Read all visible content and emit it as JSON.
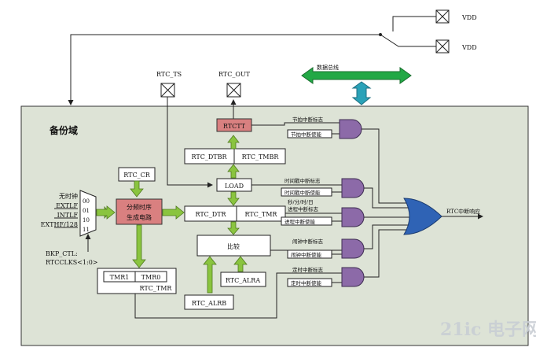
{
  "vdd_labels": [
    "VDD",
    "VDD"
  ],
  "databus_label": "数据总线",
  "domain_title": "备份域",
  "pins": {
    "rtc_ts": "RTC_TS",
    "rtc_out": "RTC_OUT"
  },
  "blocks": {
    "rtctt": "RTCTT",
    "rtc_dtbr": "RTC_DTBR",
    "rtc_tmbr": "RTC_TMBR",
    "rtc_cr": "RTC_CR",
    "load": "LOAD",
    "divider_line1": "分频时序",
    "divider_line2": "生成电路",
    "rtc_dtr": "RTC_DTR",
    "rtc_tmr": "RTC_TMR",
    "compare": "比较",
    "tmr1": "TMR1",
    "tmr0": "TMR0",
    "rtc_tmr_label": "RTC_TMR",
    "rtc_alra": "RTC_ALRA",
    "rtc_alrb": "RTC_ALRB"
  },
  "mux": {
    "inputs": [
      "无时钟",
      "EXTLF",
      "INTLF",
      "EXTHF/128"
    ],
    "codes": [
      "00",
      "01",
      "10",
      "11"
    ],
    "select_line1": "BKP_CTL:",
    "select_line2": "RTCCLKS<1:0>"
  },
  "gates": [
    {
      "flag": "节拍中断标志",
      "enable": "节拍中断使能"
    },
    {
      "flag": "时间戳中断标志",
      "enable": "时间戳中断使能"
    },
    {
      "flag": "秒/分/时/日进程中断标志",
      "enable": "进程中断使能"
    },
    {
      "flag": "闹钟中断标志",
      "enable": "闹钟中断使能"
    },
    {
      "flag": "定时中断标志",
      "enable": "定时中断使能"
    }
  ],
  "gate2_flag": "时间戳中断标志",
  "gate3_flag_line1": "秒/分/时/日",
  "gate3_flag_line2": "进程中断标志",
  "output_label": "RTC中断响应",
  "watermark": "21ic 电子网",
  "colors": {
    "domain_fill": "#dde3d6",
    "databus": "#22a845",
    "vbus": "#2aa2b8",
    "green_arrow": "#8ac43f",
    "rtctt": "#d98080",
    "divider": "#d98080",
    "gate": "#8c6aa8",
    "or_gate": "#2f63b5"
  }
}
